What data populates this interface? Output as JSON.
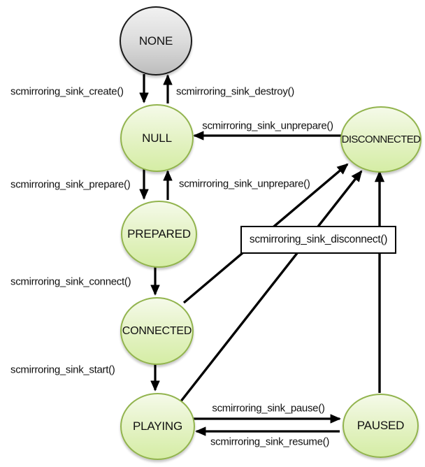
{
  "diagram": {
    "type": "state-machine",
    "states": {
      "none": {
        "label": "NONE"
      },
      "null": {
        "label": "NULL"
      },
      "prepared": {
        "label": "PREPARED"
      },
      "connected": {
        "label": "CONNECTED"
      },
      "playing": {
        "label": "PLAYING"
      },
      "disconnected": {
        "label": "DISCONNECTED"
      },
      "paused": {
        "label": "PAUSED"
      }
    },
    "transitions": {
      "create": {
        "label": "scmirroring_sink_create()",
        "from": "NONE",
        "to": "NULL"
      },
      "destroy": {
        "label": "scmirroring_sink_destroy()",
        "from": "NULL",
        "to": "NONE"
      },
      "unprepare_top": {
        "label": "scmirroring_sink_unprepare()",
        "from": "DISCONNECTED",
        "to": "NULL"
      },
      "prepare": {
        "label": "scmirroring_sink_prepare()",
        "from": "NULL",
        "to": "PREPARED"
      },
      "unprepare_left": {
        "label": "scmirroring_sink_unprepare()",
        "from": "PREPARED",
        "to": "NULL"
      },
      "connect": {
        "label": "scmirroring_sink_connect()",
        "from": "PREPARED",
        "to": "CONNECTED"
      },
      "start": {
        "label": "scmirroring_sink_start()",
        "from": "CONNECTED",
        "to": "PLAYING"
      },
      "pause": {
        "label": "scmirroring_sink_pause()",
        "from": "PLAYING",
        "to": "PAUSED"
      },
      "resume": {
        "label": "scmirroring_sink_resume()",
        "from": "PAUSED",
        "to": "PLAYING"
      },
      "disconnect": {
        "label": "scmirroring_sink_disconnect()",
        "from": "CONNECTED / PLAYING / PAUSED",
        "to": "DISCONNECTED"
      }
    },
    "colors": {
      "state_border": "#92b44e",
      "state_fill_top": "#f5fae9",
      "state_fill_bottom": "#d5eda5",
      "none_border": "#1a1a1a",
      "none_fill_top": "#f1f1f1",
      "none_fill_bottom": "#bdbdbd",
      "arrow": "#000000",
      "background": "#ffffff"
    }
  }
}
